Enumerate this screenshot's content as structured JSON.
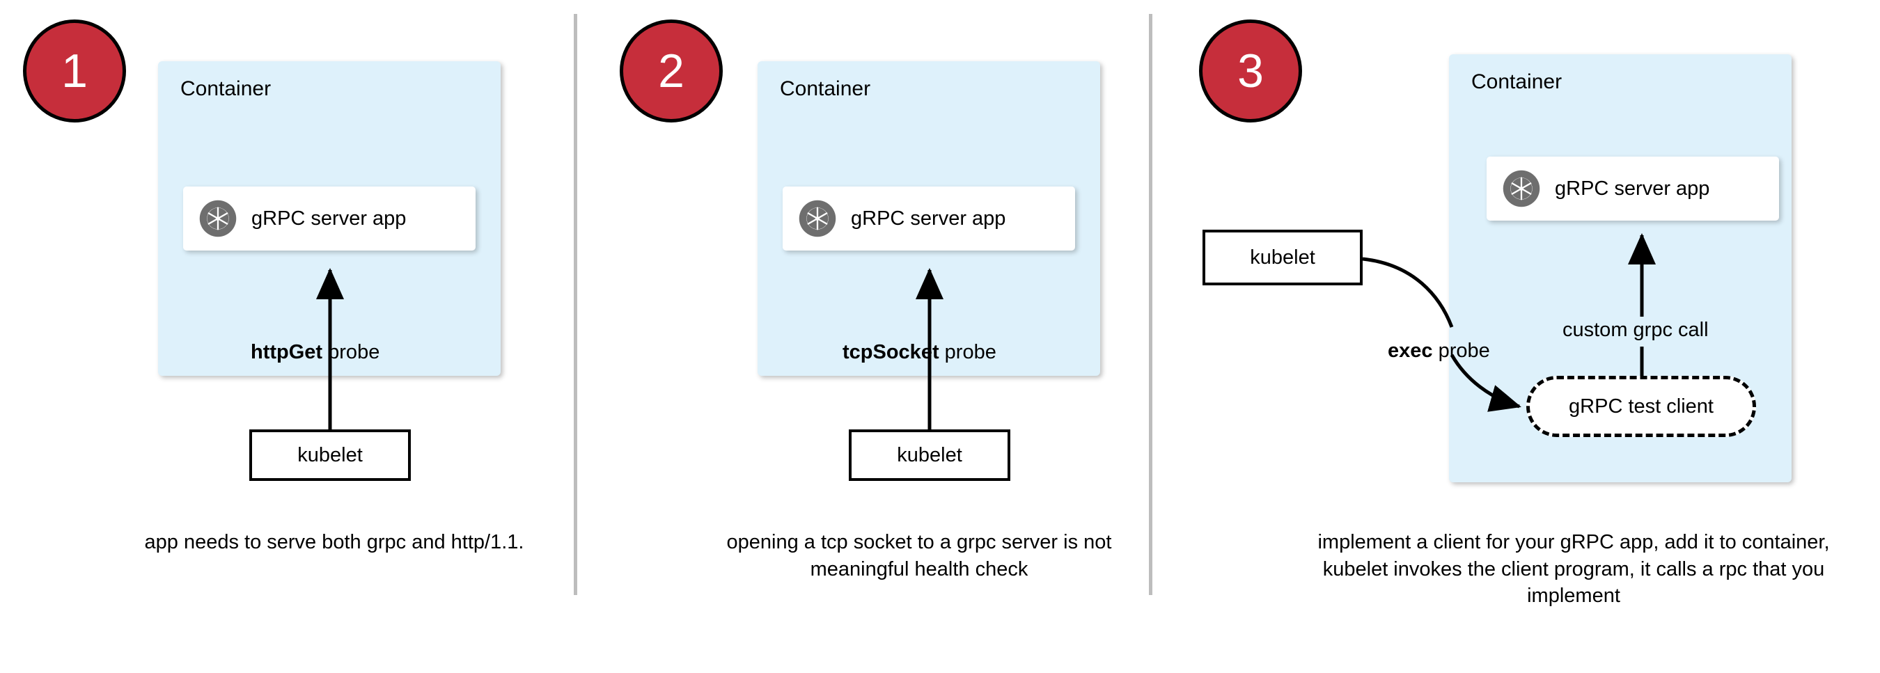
{
  "diagram": {
    "title": "gRPC health probe approaches in Kubernetes",
    "colors": {
      "badge_red": "#c62e3b",
      "container_blue": "#def1fb",
      "divider_gray": "#bdbdbd",
      "icon_gray": "#6e6e6e",
      "stroke_black": "#000000",
      "card_white": "#ffffff"
    },
    "panels": [
      {
        "step": "1",
        "container_label": "Container",
        "app_label": "gRPC server app",
        "app_icon": "grpc-aperture-icon",
        "probe_label_bold": "httpGet",
        "probe_label_rest": " probe",
        "kubelet_label": "kubelet",
        "caption": "app needs to serve both grpc and http/1.1."
      },
      {
        "step": "2",
        "container_label": "Container",
        "app_label": "gRPC server app",
        "app_icon": "grpc-aperture-icon",
        "probe_label_bold": "tcpSocket",
        "probe_label_rest": " probe",
        "kubelet_label": "kubelet",
        "caption": "opening a tcp socket to a grpc server is not meaningful health check"
      },
      {
        "step": "3",
        "container_label": "Container",
        "app_label": "gRPC server app",
        "app_icon": "grpc-aperture-icon",
        "probe_label_bold": "exec",
        "probe_label_rest": " probe",
        "kubelet_label": "kubelet",
        "call_label": "custom grpc call",
        "test_client_label": "gRPC test client",
        "caption": "implement a client for your gRPC app, add it to container, kubelet invokes the client program, it calls a rpc that you implement"
      }
    ]
  }
}
